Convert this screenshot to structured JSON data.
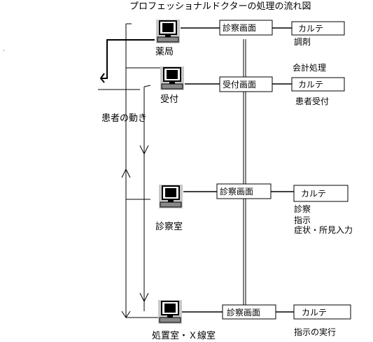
{
  "title": "プロフェッショナルドクターの処理の流れ図",
  "patient_flow_label": "患者の動き",
  "terminals": [
    {
      "id": "pharmacy",
      "label": "薬局"
    },
    {
      "id": "reception",
      "label": "受付"
    },
    {
      "id": "exam_room",
      "label": "診察室"
    },
    {
      "id": "treatment_room",
      "label": "処置室・Ｘ線室"
    }
  ],
  "screens": [
    {
      "id": "pharmacy",
      "screen": "診察画面",
      "chart": "カルテ",
      "notes": [
        "調剤"
      ]
    },
    {
      "id": "reception",
      "screen": "受付画面",
      "chart": "カルテ",
      "notes_above": [
        "会計処理"
      ],
      "notes": [
        "患者受付"
      ]
    },
    {
      "id": "exam_room",
      "screen": "診察画面",
      "chart": "カルテ",
      "notes": [
        "診察",
        "指示",
        "症状・所見入力"
      ]
    },
    {
      "id": "treatment_room",
      "screen": "診察画面",
      "chart": "カルテ",
      "notes": [
        "指示の実行"
      ]
    }
  ],
  "colors": {
    "line": "#000000",
    "monitor_bg": "#c8c8c8",
    "screen": "#ffffff"
  }
}
